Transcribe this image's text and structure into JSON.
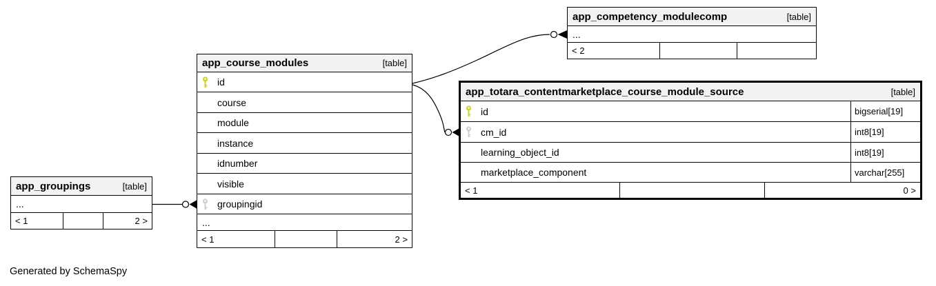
{
  "canvas": {
    "footer_note": "Generated by SchemaSpy"
  },
  "colors": {
    "background": "#ffffff",
    "header_bg": "#f2f2f2",
    "border": "#000000",
    "primary_key": "#ccd42a",
    "foreign_key": "#cfcfcf"
  },
  "tables": [
    {
      "name": "app_groupings",
      "tag": "[table]",
      "rows": [
        {
          "label": "...",
          "key": "none"
        }
      ],
      "footer": {
        "left": "< 1",
        "mid": "",
        "right": "2 >"
      }
    },
    {
      "name": "app_course_modules",
      "tag": "[table]",
      "rows": [
        {
          "label": "id",
          "key": "primary"
        },
        {
          "label": "course",
          "key": "none"
        },
        {
          "label": "module",
          "key": "none"
        },
        {
          "label": "instance",
          "key": "none"
        },
        {
          "label": "idnumber",
          "key": "none"
        },
        {
          "label": "visible",
          "key": "none"
        },
        {
          "label": "groupingid",
          "key": "foreign"
        },
        {
          "label": "...",
          "key": "none"
        }
      ],
      "footer": {
        "left": "< 1",
        "mid": "",
        "right": "2 >"
      }
    },
    {
      "name": "app_competency_modulecomp",
      "tag": "[table]",
      "rows": [
        {
          "label": "...",
          "key": "none"
        }
      ],
      "footer": {
        "left": "< 2",
        "mid": "",
        "right": ""
      }
    },
    {
      "name": "app_totara_contentmarketplace_course_module_source",
      "tag": "[table]",
      "rows": [
        {
          "label": "id",
          "type": "bigserial[19]",
          "key": "primary"
        },
        {
          "label": "cm_id",
          "type": "int8[19]",
          "key": "foreign"
        },
        {
          "label": "learning_object_id",
          "type": "int8[19]",
          "key": "none"
        },
        {
          "label": "marketplace_component",
          "type": "varchar[255]",
          "key": "none"
        }
      ],
      "footer": {
        "left": "< 1",
        "mid": "",
        "right": "0 >"
      }
    }
  ],
  "relationships": [
    {
      "from": "app_groupings",
      "to": "app_course_modules.groupingid"
    },
    {
      "from": "app_course_modules.id",
      "to": "app_competency_modulecomp"
    },
    {
      "from": "app_course_modules.id",
      "to": "app_totara_contentmarketplace_course_module_source.cm_id"
    }
  ]
}
